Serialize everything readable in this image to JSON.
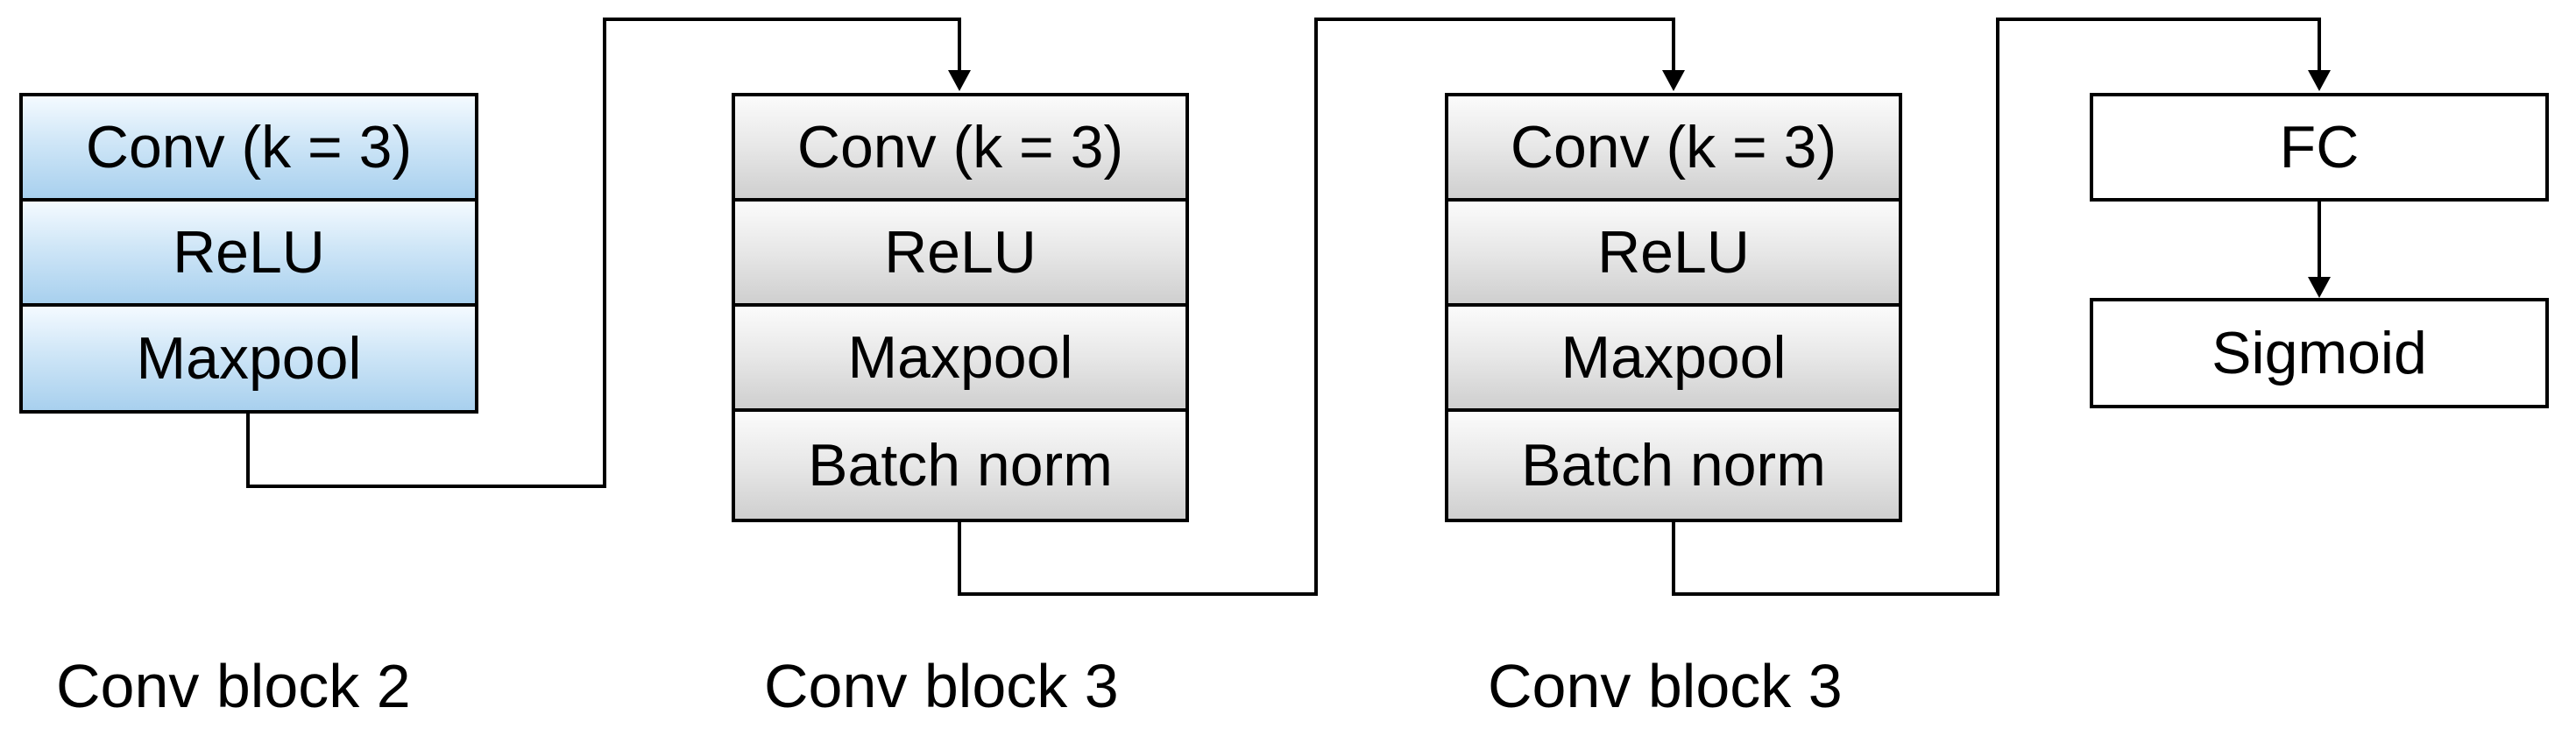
{
  "blocks": [
    {
      "caption": "Conv block 2",
      "layers": [
        "Conv (k = 3)",
        "ReLU",
        "Maxpool"
      ]
    },
    {
      "caption": "Conv block 3",
      "layers": [
        "Conv (k = 3)",
        "ReLU",
        "Maxpool",
        "Batch norm"
      ]
    },
    {
      "caption": "Conv block 3",
      "layers": [
        "Conv (k = 3)",
        "ReLU",
        "Maxpool",
        "Batch norm"
      ]
    },
    {
      "caption": "",
      "layers": [
        "FC",
        "Sigmoid"
      ]
    }
  ],
  "colors": {
    "first_block_fill": "#bcdcf3",
    "middle_block_fill": "#dcdcdc",
    "head_block_fill": "#ffffff",
    "line": "#000000"
  }
}
